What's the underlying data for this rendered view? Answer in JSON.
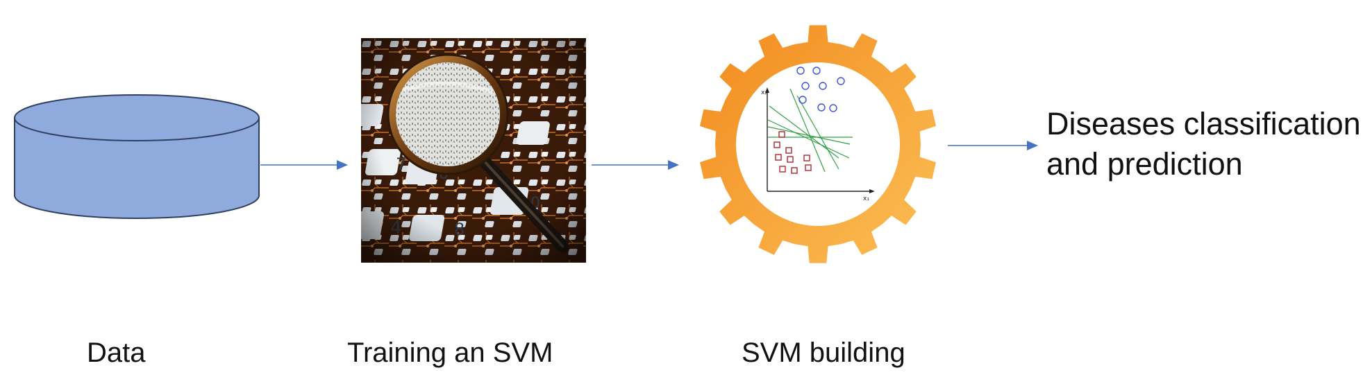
{
  "diagram": {
    "steps": [
      {
        "id": "data",
        "label": "Data",
        "icon": "database-cylinder-icon"
      },
      {
        "id": "training",
        "label": "Training an SVM",
        "icon": "magnifying-glass-over-keys-image"
      },
      {
        "id": "building",
        "label": "SVM building",
        "icon": "gear-with-svm-plot-icon"
      }
    ],
    "output": {
      "line1": "Diseases classification",
      "line2": "and prediction"
    },
    "svm_plot": {
      "x_axis_label": "x₁",
      "y_axis_label": "x₂",
      "positive_class_marker": "circle",
      "negative_class_marker": "square"
    },
    "colors": {
      "cylinder_fill": "#8faadc",
      "cylinder_stroke": "#2f3f5e",
      "arrow": "#4472c4",
      "gear_dark": "#f28a1e",
      "gear_light": "#fbbf55",
      "circle_marker": "#3a52d8",
      "square_marker": "#b0242a",
      "separator_lines": "#2ea043"
    }
  }
}
